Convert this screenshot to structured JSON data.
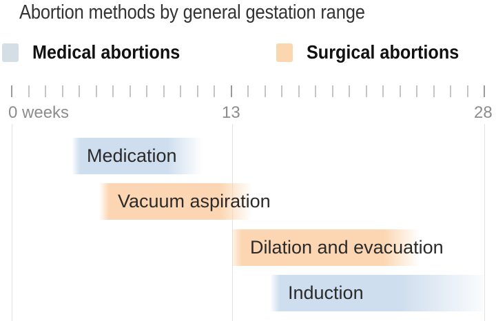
{
  "title": "Abortion methods by general gestation range",
  "legend": [
    {
      "label": "Medical abortions",
      "color": "#d3dfe4"
    },
    {
      "label": "Surgical abortions",
      "color": "#fbd7b0"
    }
  ],
  "axis": {
    "labels": [
      {
        "week": 0,
        "text": "0 weeks"
      },
      {
        "week": 13,
        "text": "13"
      },
      {
        "week": 28,
        "text": "28"
      }
    ]
  },
  "bars": [
    {
      "label": "Medication",
      "category": "Medical abortions"
    },
    {
      "label": "Vacuum aspiration",
      "category": "Surgical abortions"
    },
    {
      "label": "Dilation and evacuation",
      "category": "Surgical abortions"
    },
    {
      "label": "Induction",
      "category": "Medical abortions"
    }
  ],
  "colors": {
    "medical_bar": "#cfdeee",
    "surgical_bar": "#fcd6b2"
  },
  "chart_data": {
    "type": "bar",
    "orientation": "horizontal-range",
    "title": "Abortion methods by general gestation range",
    "xlabel": "weeks",
    "ylabel": "",
    "xlim": [
      0,
      28
    ],
    "x_ticks": [
      0,
      1,
      2,
      3,
      4,
      5,
      6,
      7,
      8,
      9,
      10,
      11,
      12,
      13,
      14,
      15,
      16,
      17,
      18,
      19,
      20,
      21,
      22,
      23,
      24,
      25,
      26,
      27,
      28
    ],
    "x_tick_labels": [
      "0 weeks",
      "13",
      "28"
    ],
    "legend": [
      "Medical abortions",
      "Surgical abortions"
    ],
    "legend_position": "top",
    "grid": true,
    "categories": [
      "Medication",
      "Vacuum aspiration",
      "Dilation and evacuation",
      "Induction"
    ],
    "series": [
      {
        "name": "Medical abortions",
        "ranges": [
          {
            "category": "Medication",
            "start": 4,
            "end": 11
          },
          {
            "category": "Induction",
            "start": 15,
            "end": 28
          }
        ]
      },
      {
        "name": "Surgical abortions",
        "ranges": [
          {
            "category": "Vacuum aspiration",
            "start": 5,
            "end": 14
          },
          {
            "category": "Dilation and evacuation",
            "start": 13,
            "end": 24
          }
        ]
      }
    ],
    "note": "Bars have soft gradient edges indicating general (approximate) ranges"
  }
}
